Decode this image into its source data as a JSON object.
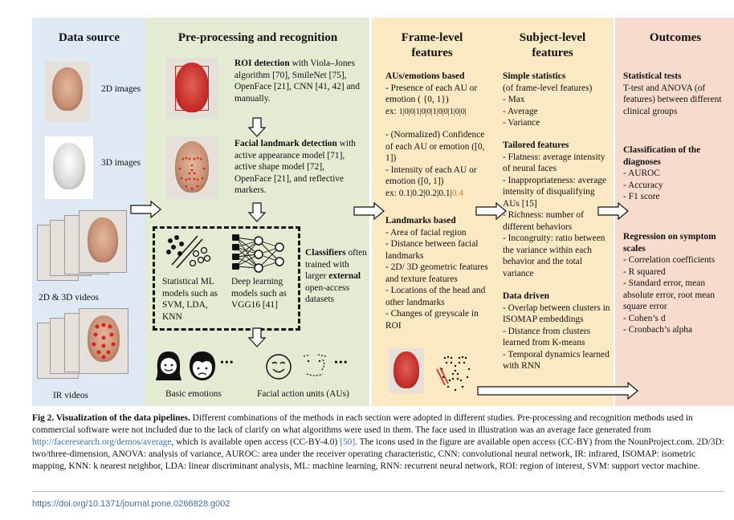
{
  "headers": {
    "data_source": "Data source",
    "preprocessing": "Pre-processing and recognition",
    "frame_level": "Frame-level features",
    "subject_level": "Subject-level features",
    "outcomes": "Outcomes"
  },
  "data_source": {
    "img_2d": "2D images",
    "img_3d": "3D images",
    "videos": "2D & 3D videos",
    "ir": "IR videos"
  },
  "preprocessing": {
    "roi_title": "ROI detection",
    "roi_text": " with Viola–Jones algorithm [70], SmileNet [75], OpenFace [21], CNN [41, 42] and manually.",
    "landmark_title": "Facial landmark detection",
    "landmark_text": " with active appearance model [71], active shape model [72], OpenFace [21], and reflective markers.",
    "stat_ml": "Statistical ML models such as SVM, LDA, KNN",
    "deep": "Deep learning models such as VGG16 [41]",
    "classifiers_title": "Classifiers",
    "classifiers_text1": " often trained with larger ",
    "classifiers_bold": "external",
    "classifiers_text2": " open-access datasets",
    "basic_emotions": "Basic emotions",
    "facial_units": "Facial action units (AUs)",
    "ellipsis": "•••"
  },
  "frame_level": {
    "aus_title": "AUs/emotions based",
    "aus_1": "- Presence of each AU or emotion ( {0, 1})",
    "ex1_prefix": "ex: ",
    "ex1_values": "1|0|0|1|0|0|1|0|0|1|0|0|",
    "norm_1": "- (Normalized) Confidence of each AU or emotion ([0, 1])",
    "norm_2": "- Intensity of each AU or emotion ([0, 1])",
    "ex2_prefix": "ex: 0.1|0.2|0.2|0.1|",
    "ex2_highlight": "0.4",
    "lm_title": "Landmarks based",
    "lm_1": "- Area of facial region",
    "lm_2": "- Distance between facial landmarks",
    "lm_3": "- 2D/ 3D geometric features and texture features",
    "lm_4": "- Locations of the head and other landmarks",
    "lm_5": "- Changes of greyscale in ROI"
  },
  "subject_level": {
    "simple_title": "Simple statistics",
    "simple_sub": "(of frame-level features)",
    "simple_1": "- Max",
    "simple_2": "- Average",
    "simple_3": "- Variance",
    "tailored_title": "Tailored features",
    "tailored_1": "- Flatness: average intensity of neural faces",
    "tailored_2": "- Inappropriateness: average intensity of disqualifying AUs [15]",
    "tailored_3": "- Richness: number of different behaviors",
    "tailored_4": "- Incongruity: ratio between the variance within each behavior and the total variance",
    "dd_title": "Data driven",
    "dd_1": "- Overlap between clusters in ISOMAP embeddings",
    "dd_2": "- Distance from clusters learned from K-means",
    "dd_3": "- Temporal dynamics learned with RNN"
  },
  "outcomes": {
    "stat_title": "Statistical tests",
    "stat_text": "T-test and ANOVA (of features) between different clinical groups",
    "class_title": "Classification of the diagnoses",
    "class_1": "- AUROC",
    "class_2": "- Accuracy",
    "class_3": "- F1 score",
    "reg_title": "Regression on symptom scales",
    "reg_1": "- Correlation coefficients",
    "reg_2": "- R squared",
    "reg_3": "- Standard error, mean absolute error, root mean square error",
    "reg_4": "- Cohen’s d",
    "reg_5": "- Cronbach’s alpha"
  },
  "caption": {
    "label": "Fig 2. Visualization of the data pipelines.",
    "text1": " Different combinations of the methods in each section were adopted in different studies. Pre-processing and recognition methods used in commercial software were not included due to the lack of clarify on what algorithms were used in them. The face used in illustration was an average face generated from ",
    "link": "http://faceresearch.org/demos/average",
    "text2": ", which is available open access (CC-BY-4.0) ",
    "ref": "[50]",
    "text3": ". The icons used in the figure are available open access (CC-BY) from the NounProject.com. 2D/3D: two/three-dimension, ANOVA: analysis of variance, AUROC: area under the receiver operating characteristic, CNN: convolutional neural network, IR: infrared, ISOMAP: isometric mapping, KNN: k nearest neighbor, LDA: linear discriminant analysis, ML: machine learning, RNN: recurrent neural network, ROI: region of interest, SVM: support vector machine."
  },
  "doi": "https://doi.org/10.1371/journal.pone.0266828.g002",
  "colors": {
    "data_source_bg": "#dfe9f3",
    "preprocessing_bg": "#e3ecd3",
    "features_bg": "#fbe9c3",
    "outcomes_bg": "#f7dccd",
    "highlight": "#e07b1a",
    "link": "#3a6fb5"
  }
}
